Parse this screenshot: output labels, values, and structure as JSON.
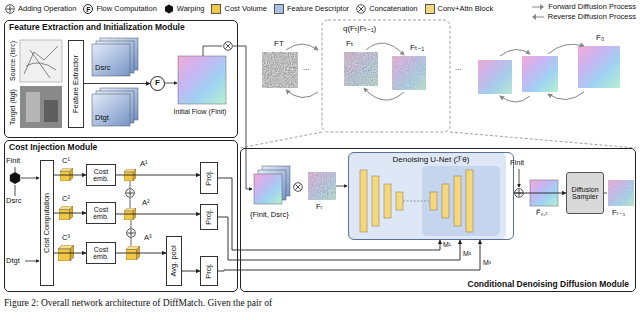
{
  "diagram": {
    "caption": "Figure 2: Overall network architecture of DiffMatch. Given the pair of",
    "nodes": [
      {
        "text": [
          "Feature Extraction and Initialization Module"
        ]
      },
      {
        "text": [
          "Feature Extractor"
        ],
        "in": 0
      },
      {
        "text": [
          "F"
        ],
        "in": 0
      },
      {
        "text": [
          "Cost Injection Module"
        ]
      },
      {
        "text": [
          "Cost Computation"
        ],
        "in": 3
      },
      {
        "text": [
          "Cost emb."
        ],
        "in": 3
      },
      {
        "text": [
          "Cost emb."
        ],
        "in": 3
      },
      {
        "text": [
          "Cost emb."
        ],
        "in": 3
      },
      {
        "text": [
          "Avg. pool"
        ],
        "in": 3
      },
      {
        "text": [
          "Proj."
        ],
        "in": 3
      },
      {
        "text": [
          "Proj."
        ],
        "in": 3
      },
      {
        "text": [
          "Proj."
        ],
        "in": 3
      },
      {
        "text": [
          "Conditional Denoising Diffusion Module"
        ]
      },
      {
        "text": [
          "Denoising U-Net (ℱθ)"
        ],
        "in": 12
      },
      {
        "text": [
          "Diffusion Sampler"
        ],
        "in": 12
      }
    ],
    "edges": [
      {
        "from": 1,
        "to": 2,
        "arrow": "to"
      },
      {
        "from": 4,
        "to": 5,
        "arrow": "to"
      },
      {
        "from": 4,
        "to": 6,
        "arrow": "to"
      },
      {
        "from": 4,
        "to": 7,
        "arrow": "to"
      },
      {
        "from": 5,
        "to": 9,
        "arrow": "to"
      },
      {
        "from": 6,
        "to": 10,
        "arrow": "to"
      },
      {
        "from": 7,
        "to": 8,
        "arrow": "to"
      },
      {
        "from": 8,
        "to": 11,
        "arrow": "to"
      },
      {
        "from": 9,
        "to": 13,
        "arrow": "to"
      },
      {
        "from": 10,
        "to": 13,
        "arrow": "to"
      },
      {
        "from": 11,
        "to": 13,
        "arrow": "to"
      },
      {
        "from": 13,
        "to": 14,
        "arrow": "to"
      }
    ],
    "labels": [
      "F",
      "Source (Isrc)",
      "Target (Itgt)",
      "Dsrc",
      "Dtgt",
      "Initial Flow (Finit)",
      "Finit",
      "Dsrc",
      "Dtgt",
      "C¹",
      "C²",
      "C³",
      "A¹",
      "A²",
      "A³",
      "FT",
      "...",
      "q(Fₜ|Fₜ₋₁)",
      "Fₜ",
      "Fₜ₋₁",
      "...",
      "F₀",
      "{Finit, Dsrc}",
      "Fₜ",
      "M¹",
      "M²",
      "M³",
      "Finit",
      "F̂₀,ₜ",
      "Fₜ₋₁"
    ],
    "legend": [
      {
        "text": "Adding Operation"
      },
      {
        "text": "Flow Computation"
      },
      {
        "text": "Warping"
      },
      {
        "text": "Cost Volume",
        "color": "#f2c744"
      },
      {
        "text": "Feature Descriptor",
        "color": "#a9c1e6"
      },
      {
        "text": "Concatenation"
      },
      {
        "text": "Conv+Attn Block",
        "color": "#f5d77e"
      },
      {
        "text": "Forward Diffusion Process"
      },
      {
        "text": "Reverse Diffusion Process"
      }
    ]
  }
}
